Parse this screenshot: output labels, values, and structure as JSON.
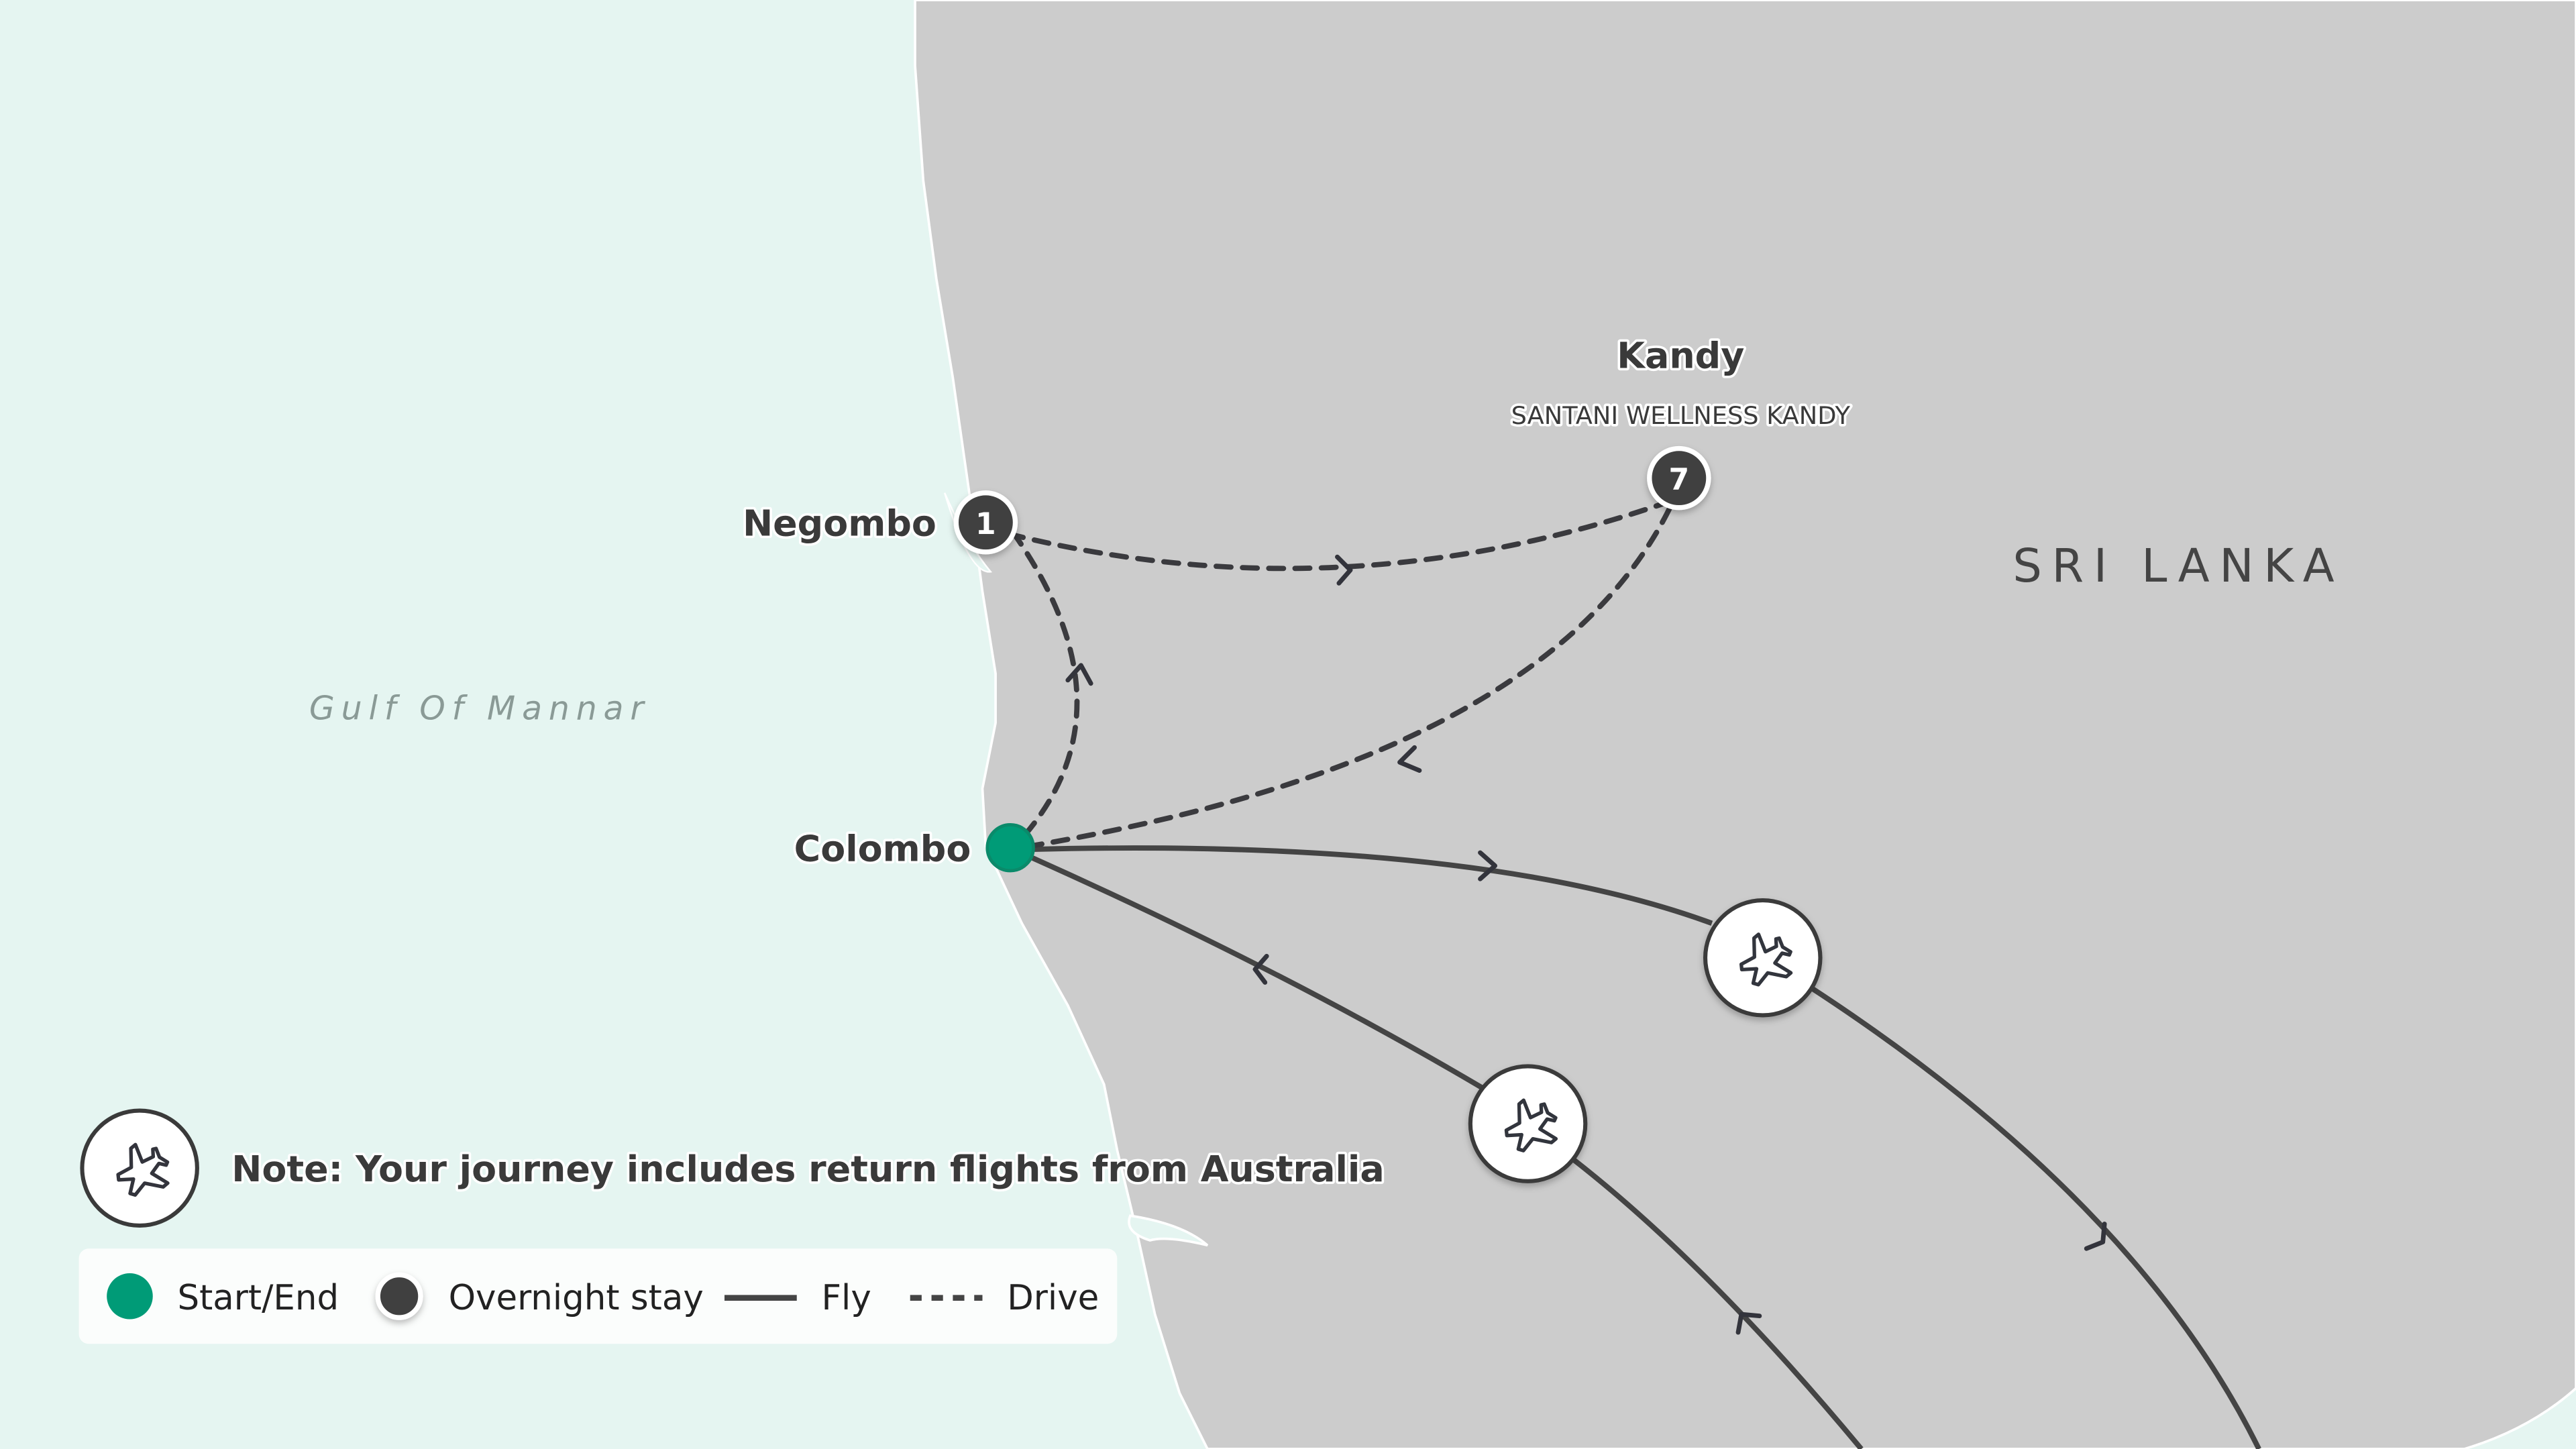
{
  "map": {
    "country_label": "SRI LANKA",
    "sea_label": "Gulf Of Mannar",
    "colors": {
      "sea": "#e5f5f1",
      "land": "#cccccc",
      "start_end": "#009b77",
      "overnight": "#404040",
      "route": "#3a3a3e"
    },
    "stops": [
      {
        "name": "Negombo",
        "nights": "1",
        "type": "overnight"
      },
      {
        "name": "Kandy",
        "hotel": "SANTANI WELLNESS KANDY",
        "nights": "7",
        "type": "overnight"
      },
      {
        "name": "Colombo",
        "type": "start_end"
      }
    ],
    "routes": [
      {
        "from": "Colombo",
        "to": "Negombo",
        "mode": "drive"
      },
      {
        "from": "Negombo",
        "to": "Kandy",
        "mode": "drive"
      },
      {
        "from": "Kandy",
        "to": "Colombo",
        "mode": "drive"
      },
      {
        "from": "Colombo",
        "to": "Australia",
        "mode": "fly"
      },
      {
        "from": "Australia",
        "to": "Colombo",
        "mode": "fly"
      }
    ]
  },
  "note": {
    "icon": "plane-icon",
    "text": "Note: Your journey includes return flights from Australia"
  },
  "legend": {
    "start_end": "Start/End",
    "overnight": "Overnight stay",
    "fly": "Fly",
    "drive": "Drive"
  }
}
